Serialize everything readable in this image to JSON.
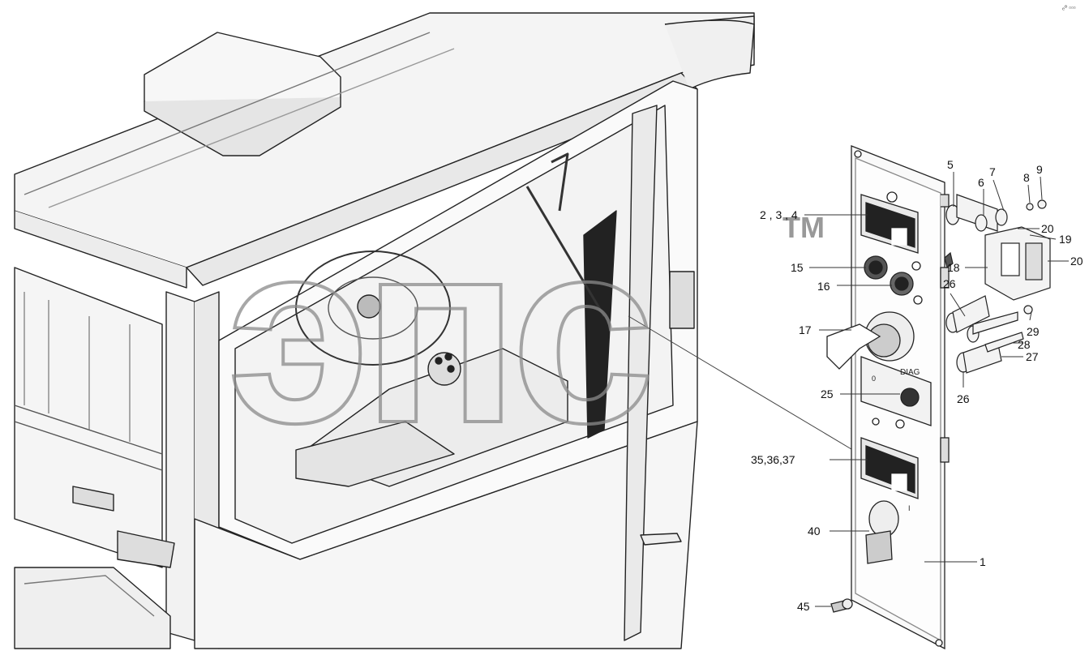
{
  "watermark": {
    "letters": "эпс",
    "tm": "TM"
  },
  "corner_note": "ₑº ▫▫▫",
  "callouts": [
    {
      "id": "c1",
      "text": "1"
    },
    {
      "id": "c234",
      "text": "2 , 3 , 4"
    },
    {
      "id": "c5",
      "text": "5"
    },
    {
      "id": "c6",
      "text": "6"
    },
    {
      "id": "c7",
      "text": "7"
    },
    {
      "id": "c8",
      "text": "8"
    },
    {
      "id": "c9",
      "text": "9"
    },
    {
      "id": "c15",
      "text": "15"
    },
    {
      "id": "c16",
      "text": "16"
    },
    {
      "id": "c17",
      "text": "17"
    },
    {
      "id": "c18",
      "text": "18"
    },
    {
      "id": "c19",
      "text": "19"
    },
    {
      "id": "c20a",
      "text": "20"
    },
    {
      "id": "c20b",
      "text": "20"
    },
    {
      "id": "c25",
      "text": "25"
    },
    {
      "id": "c26a",
      "text": "26"
    },
    {
      "id": "c26b",
      "text": "26"
    },
    {
      "id": "c27",
      "text": "27"
    },
    {
      "id": "c28",
      "text": "28"
    },
    {
      "id": "c29",
      "text": "29"
    },
    {
      "id": "c353637",
      "text": "35,36,37"
    },
    {
      "id": "c40",
      "text": "40"
    },
    {
      "id": "c45",
      "text": "45"
    }
  ],
  "panel_labels": {
    "diag": "DIAG",
    "zero": "0",
    "one": "I"
  }
}
